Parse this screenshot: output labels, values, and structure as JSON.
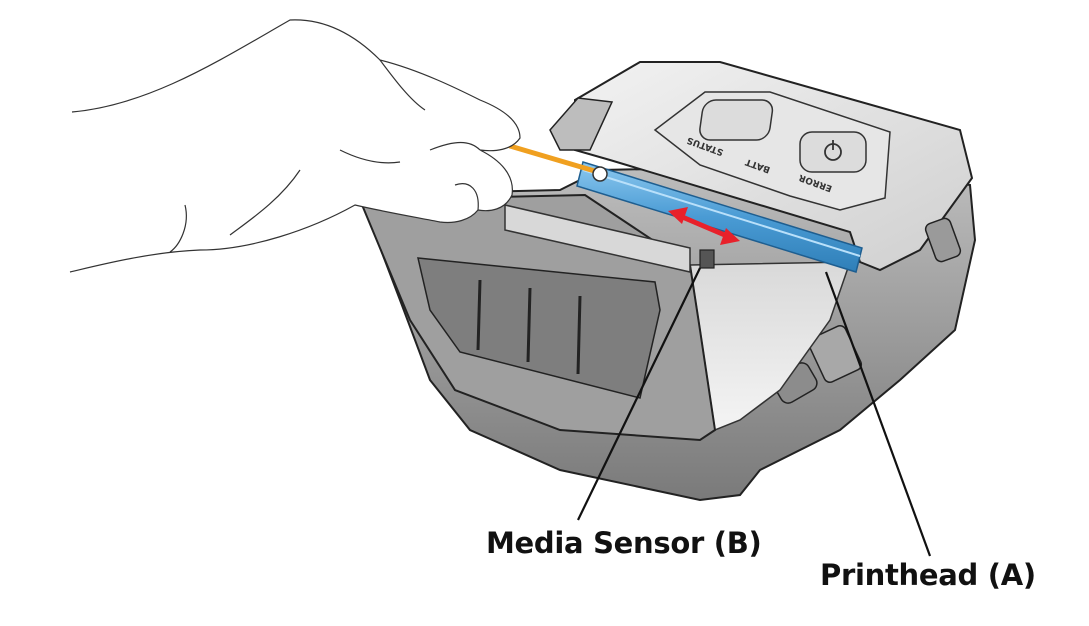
{
  "labels": {
    "media_sensor": "Media Sensor (B)",
    "printhead": "Printhead (A)"
  },
  "button_labels": {
    "status": "STATUS",
    "batt": "BATT",
    "error": "ERROR"
  },
  "colors": {
    "printhead_bar": "#5aa7d8",
    "cleaning_pen": "#f0a020",
    "arrow": "#e8212b",
    "outline": "#222222",
    "body_shade": "#8c8c8c"
  },
  "icons": {
    "hand": "hand-holding-cleaning-pen",
    "arrow": "double-headed-arrow",
    "power": "power-button-icon"
  }
}
